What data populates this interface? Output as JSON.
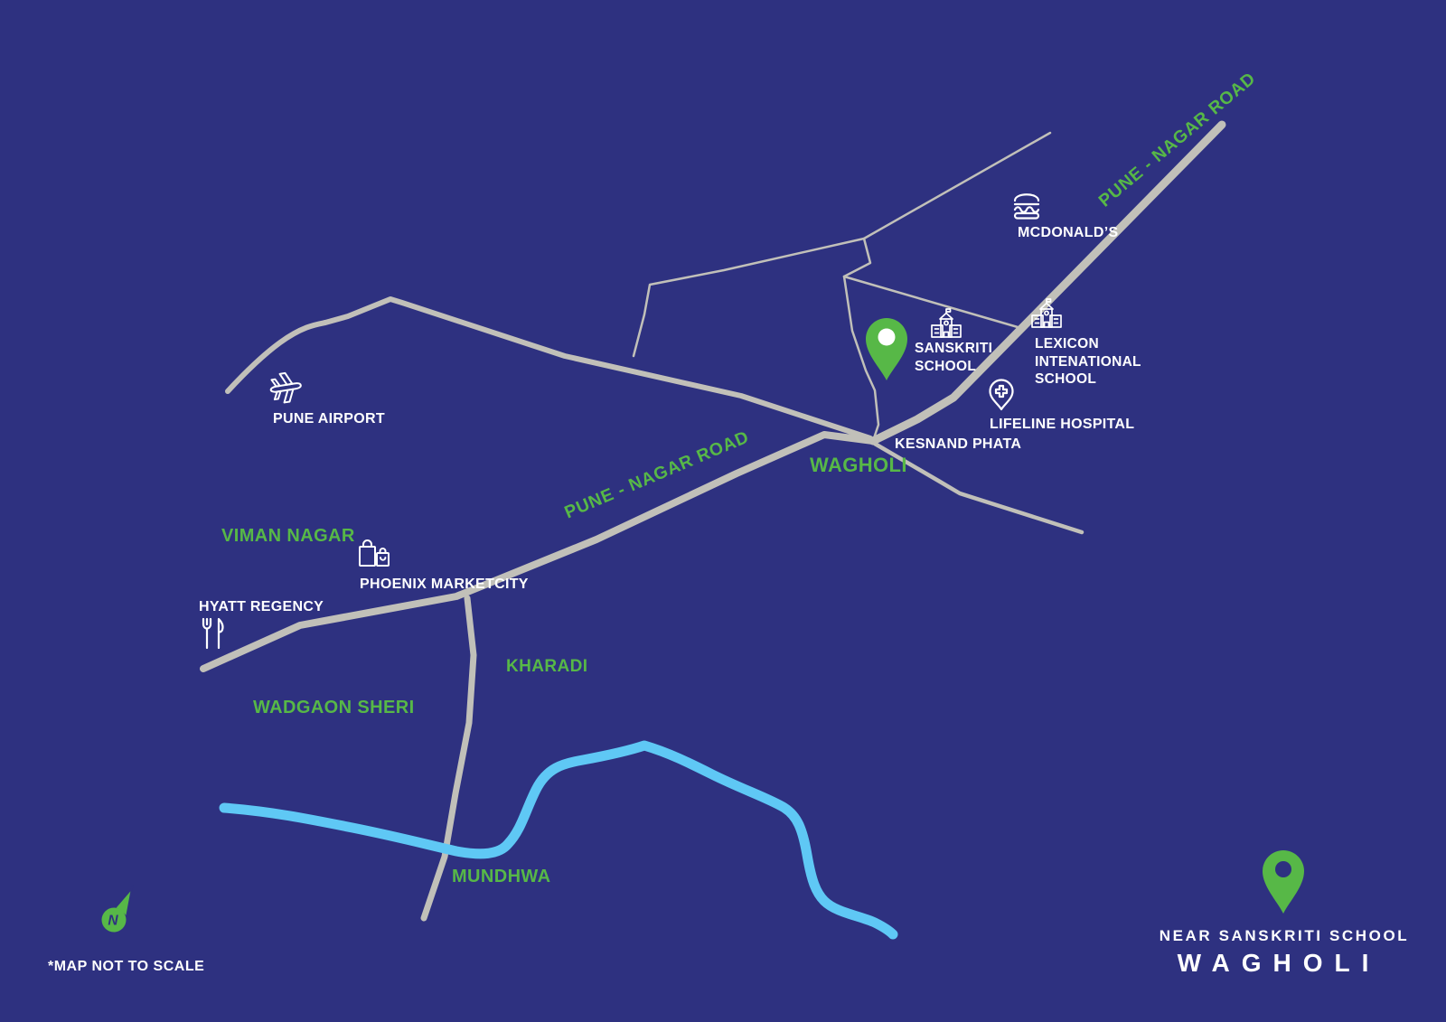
{
  "meta": {
    "description": "Stylized location map - Near Sanskriti School, Wagholi, Pune",
    "colors": {
      "background": "#2e3180",
      "accent_green": "#57b847",
      "road_gray": "#c1c0b9",
      "river_blue": "#5fc8f5",
      "label_white": "#ffffff"
    }
  },
  "road_labels": {
    "pune_nagar_mid": "PUNE - NAGAR ROAD",
    "pune_nagar_top": "PUNE - NAGAR ROAD"
  },
  "areas": {
    "viman_nagar": "VIMAN NAGAR",
    "kharadi": "KHARADI",
    "wadgaon_sheri": "WADGAON SHERI",
    "mundhwa": "MUNDHWA",
    "wagholi": "WAGHOLI"
  },
  "pois": {
    "pune_airport": "PUNE AIRPORT",
    "mcdonalds": "MCDONALD’S",
    "sanskriti_school": "SANSKRITI SCHOOL",
    "lexicon_school": "LEXICON INTENATIONAL SCHOOL",
    "lifeline_hospital": "LIFELINE HOSPITAL",
    "kesnand_phata": "KESNAND PHATA",
    "phoenix_marketcity": "PHOENIX MARKETCITY",
    "hyatt_regency": "HYATT REGENCY"
  },
  "compass": {
    "n": "N"
  },
  "footnote": "*MAP NOT TO SCALE",
  "legend": {
    "line1": "NEAR SANSKRITI SCHOOL",
    "line2": "WAGHOLI"
  }
}
